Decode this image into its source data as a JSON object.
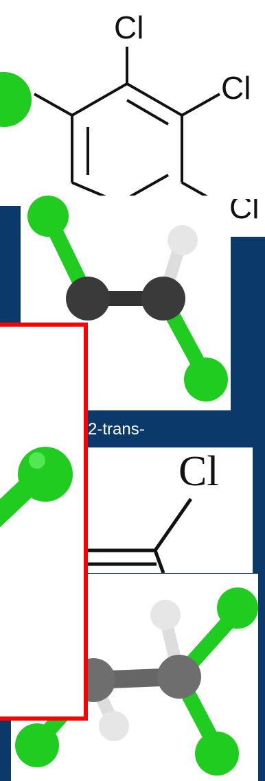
{
  "labels": {
    "cl_top": "Cl",
    "cl_right": "Cl",
    "cl_lower_right": "Cl",
    "cl_formula": "Cl",
    "fragment_text": "2-trans-"
  },
  "colors": {
    "background": "#0b3a6a",
    "chlorine": "#1fcc1f",
    "carbon": "#3a3a3a",
    "hydrogen": "#e6e6e6",
    "red_outline": "#ff0000",
    "white": "#ffffff"
  }
}
